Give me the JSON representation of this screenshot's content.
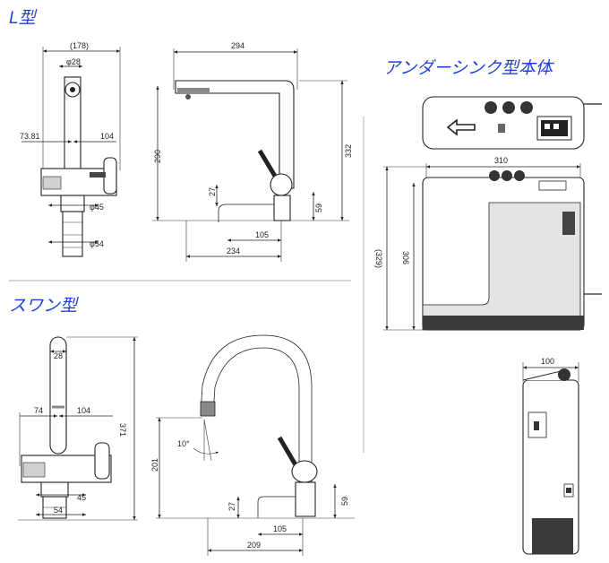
{
  "titles": {
    "l_type": "L型",
    "swan_type": "スワン型",
    "under_sink": "アンダーシンク型本体"
  },
  "l_type": {
    "front": {
      "total_width": "(178)",
      "spout_diameter": "φ28",
      "left_offset": "73.81",
      "right_offset": "104",
      "base_diameter": "φ45",
      "shank_diameter": "φ54"
    },
    "side": {
      "reach": "294",
      "height": "290",
      "total_height": "332",
      "body_offset": "27",
      "body_height": "59",
      "handle_offset": "105",
      "base_depth": "234"
    }
  },
  "swan_type": {
    "front": {
      "spout_diameter": "28",
      "left_offset": "74",
      "right_offset": "104",
      "total_height": "371",
      "base_diameter": "45",
      "shank_diameter": "54"
    },
    "side": {
      "angle": "10°",
      "height": "201",
      "body_offset": "27",
      "body_height": "59",
      "handle_offset": "105",
      "base_depth": "209"
    }
  },
  "under_sink": {
    "width": "310",
    "height": "306",
    "total_height": "(329)",
    "depth": "100"
  }
}
